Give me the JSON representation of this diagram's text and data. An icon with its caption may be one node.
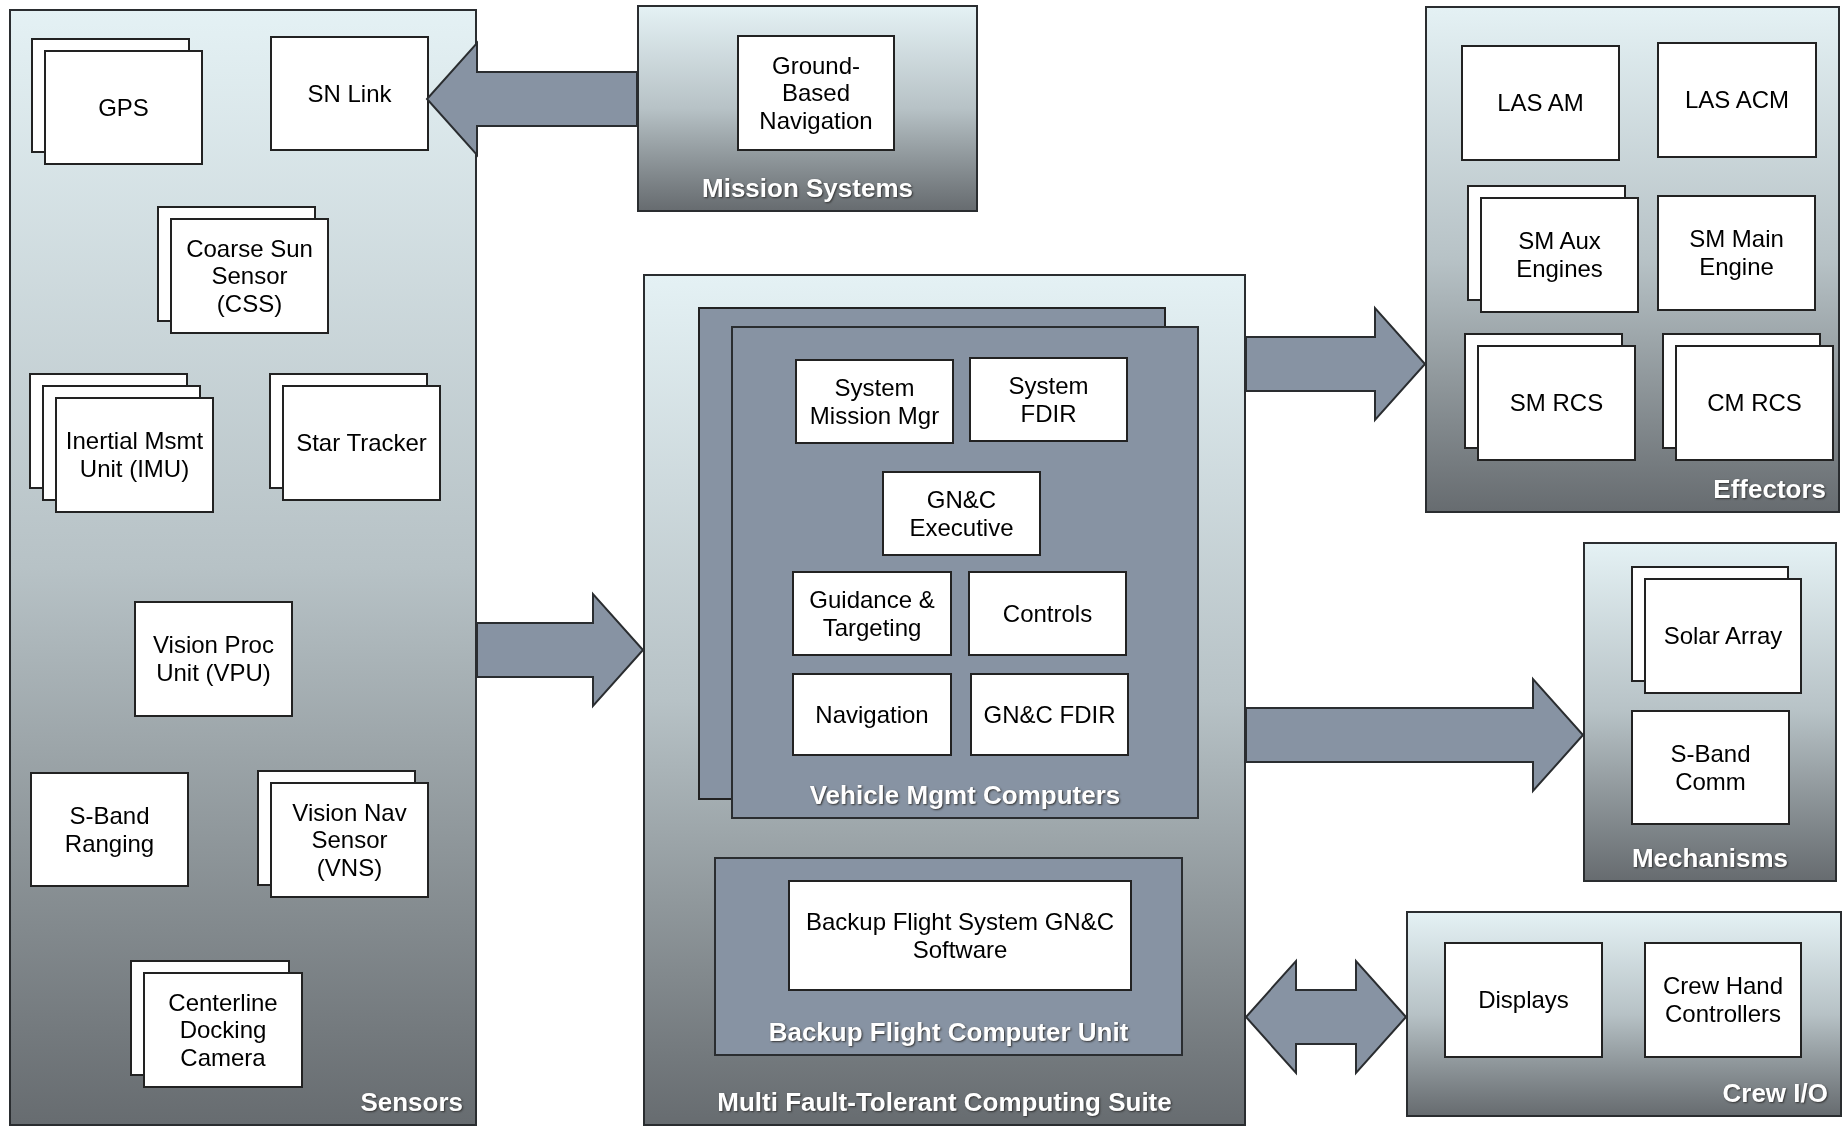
{
  "diagram": {
    "nodes": [
      {
        "text": [
          "Sensors"
        ]
      },
      {
        "text": [
          "GPS"
        ],
        "in": 0
      },
      {
        "text": [
          "SN Link"
        ],
        "in": 0
      },
      {
        "text": [
          "Coarse Sun Sensor (CSS)"
        ],
        "in": 0
      },
      {
        "text": [
          "Inertial Msmt Unit (IMU)"
        ],
        "in": 0
      },
      {
        "text": [
          "Star Tracker"
        ],
        "in": 0
      },
      {
        "text": [
          "Vision Proc Unit (VPU)"
        ],
        "in": 0
      },
      {
        "text": [
          "S-Band Ranging"
        ],
        "in": 0
      },
      {
        "text": [
          "Vision Nav Sensor (VNS)"
        ],
        "in": 0
      },
      {
        "text": [
          "Centerline Docking Camera"
        ],
        "in": 0
      },
      {
        "text": [
          "Mission Systems"
        ]
      },
      {
        "text": [
          "Ground-Based Navigation"
        ],
        "in": 10
      },
      {
        "text": [
          "Multi Fault-Tolerant Computing Suite"
        ]
      },
      {
        "text": [
          "Vehicle Mgmt Computers"
        ],
        "in": 12
      },
      {
        "text": [
          "System Mission Mgr"
        ],
        "in": 13
      },
      {
        "text": [
          "System FDIR"
        ],
        "in": 13
      },
      {
        "text": [
          "GN&C Executive"
        ],
        "in": 13
      },
      {
        "text": [
          "Guidance & Targeting"
        ],
        "in": 13
      },
      {
        "text": [
          "Controls"
        ],
        "in": 13
      },
      {
        "text": [
          "Navigation"
        ],
        "in": 13
      },
      {
        "text": [
          "GN&C FDIR"
        ],
        "in": 13
      },
      {
        "text": [
          "Backup Flight Computer Unit"
        ],
        "in": 12
      },
      {
        "text": [
          "Backup Flight System GN&C Software"
        ],
        "in": 21
      },
      {
        "text": [
          "Effectors"
        ]
      },
      {
        "text": [
          "LAS AM"
        ],
        "in": 23
      },
      {
        "text": [
          "LAS ACM"
        ],
        "in": 23
      },
      {
        "text": [
          "SM Aux Engines"
        ],
        "in": 23
      },
      {
        "text": [
          "SM Main Engine"
        ],
        "in": 23
      },
      {
        "text": [
          "SM RCS"
        ],
        "in": 23
      },
      {
        "text": [
          "CM RCS"
        ],
        "in": 23
      },
      {
        "text": [
          "Mechanisms"
        ]
      },
      {
        "text": [
          "Solar Array"
        ],
        "in": 30
      },
      {
        "text": [
          "S-Band Comm"
        ],
        "in": 30
      },
      {
        "text": [
          "Crew I/O"
        ]
      },
      {
        "text": [
          "Displays"
        ],
        "in": 33
      },
      {
        "text": [
          "Crew Hand Controllers"
        ],
        "in": 33
      }
    ],
    "edges": [
      {
        "from": 10,
        "to": 2,
        "arrow": "to"
      },
      {
        "from": 0,
        "to": 12,
        "arrow": "to"
      },
      {
        "from": 12,
        "to": 23,
        "arrow": "to"
      },
      {
        "from": 12,
        "to": 30,
        "arrow": "to"
      },
      {
        "from": 33,
        "to": 12,
        "arrow": "both"
      }
    ]
  }
}
